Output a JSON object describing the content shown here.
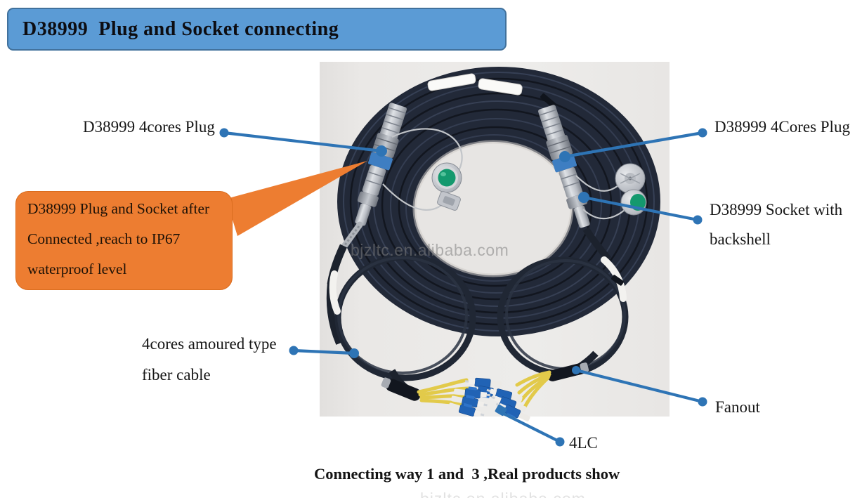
{
  "header": {
    "title": "D38999  Plug and Socket connecting"
  },
  "labels": {
    "plug_left": "D38999 4cores Plug",
    "plug_right": "D38999 4Cores Plug",
    "socket_line1": "D38999 Socket with",
    "socket_line2": "backshell",
    "armoured_line1": "4cores amoured type",
    "armoured_line2": "fiber cable",
    "fanout": "Fanout",
    "four_lc": "4LC"
  },
  "note_box": {
    "line1": "D38999 Plug and Socket after",
    "line2": "Connected ,reach to IP67",
    "line3": "waterproof level"
  },
  "photo": {
    "watermark": "bjzltc.en.alibaba.com"
  },
  "caption": "Connecting way 1 and  3 ,Real products show",
  "colors": {
    "banner": "#5b9bd5",
    "banner_border": "#41719c",
    "note_orange": "#ed7d31",
    "callout_line": "#2e74b5"
  }
}
